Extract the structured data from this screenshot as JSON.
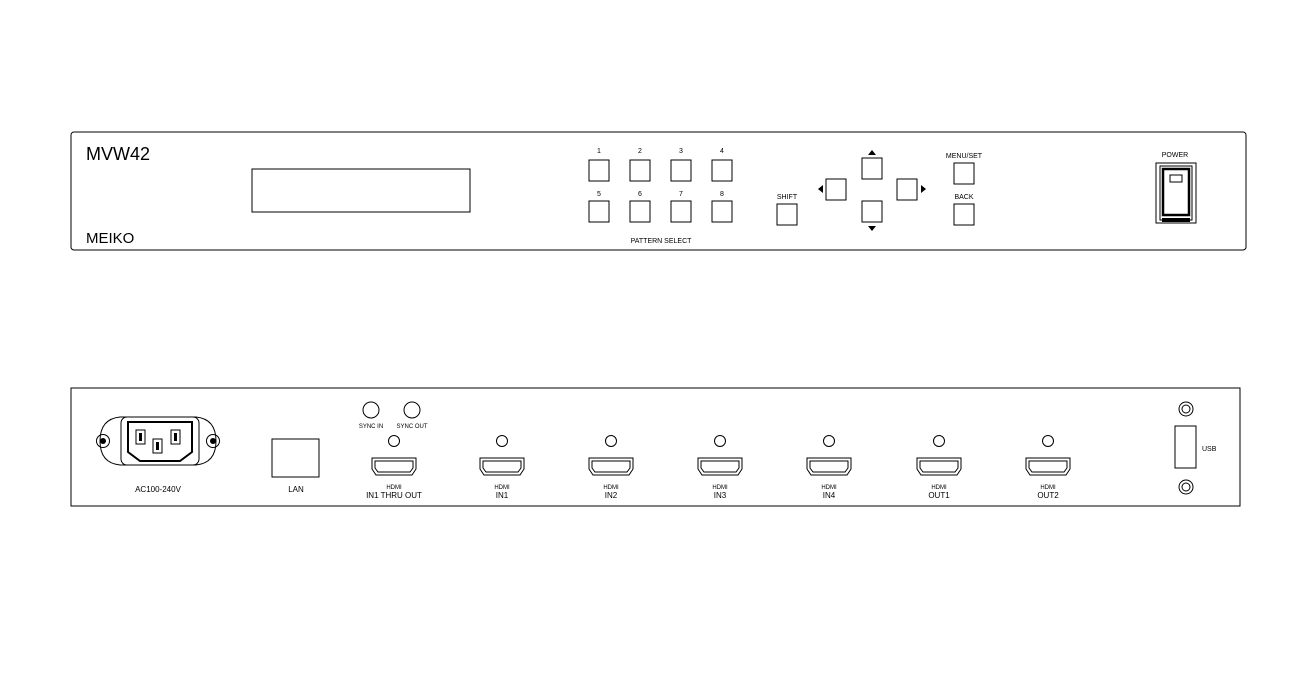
{
  "front_panel": {
    "model": "MVW42",
    "brand": "MEIKO",
    "pattern_buttons": [
      "1",
      "2",
      "3",
      "4",
      "5",
      "6",
      "7",
      "8"
    ],
    "pattern_select_label": "PATTERN SELECT",
    "shift_label": "SHIFT",
    "menu_set_label": "MENU/SET",
    "back_label": "BACK",
    "power_label": "POWER"
  },
  "rear_panel": {
    "ac_label": "AC100-240V",
    "lan_label": "LAN",
    "sync_in_label": "SYNC IN",
    "sync_out_label": "SYNC OUT",
    "usb_label": "USB",
    "hdmi_ports": [
      {
        "line1": "HDMI",
        "line2": "IN1 THRU OUT"
      },
      {
        "line1": "HDMI",
        "line2": "IN1"
      },
      {
        "line1": "HDMI",
        "line2": "IN2"
      },
      {
        "line1": "HDMI",
        "line2": "IN3"
      },
      {
        "line1": "HDMI",
        "line2": "IN4"
      },
      {
        "line1": "HDMI",
        "line2": "OUT1"
      },
      {
        "line1": "HDMI",
        "line2": "OUT2"
      }
    ]
  }
}
